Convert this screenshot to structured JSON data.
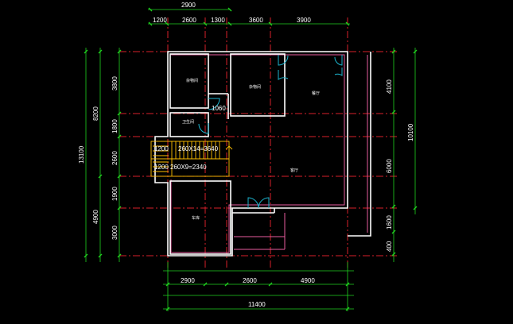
{
  "dimensions": {
    "top": [
      "2900",
      "1200",
      "2600",
      "1300",
      "3600",
      "3900"
    ],
    "bottom": [
      "2900",
      "2600",
      "4900",
      "11400"
    ],
    "left": [
      "13100",
      "8200",
      "4900",
      "3800",
      "1800",
      "2600",
      "1900",
      "3000"
    ],
    "right": [
      "10100",
      "4100",
      "6000",
      "1600",
      "400"
    ],
    "stair_notes": [
      "1200",
      "260X14=3640",
      "1200",
      "260X9=2340"
    ],
    "door_width": "1060"
  },
  "rooms": {
    "storage_left": "杂物间",
    "storage_mid": "杂物间",
    "dining": "餐厅",
    "bath": "卫生间",
    "living": "客厅",
    "garage": "车库"
  },
  "colors": {
    "dimension_lines": "#1fd21f",
    "axis_lines": "#d8202a",
    "walls": "#ffffff",
    "stairs": "#ffc000",
    "doors": "#1cb5cf",
    "background": "#000000"
  }
}
